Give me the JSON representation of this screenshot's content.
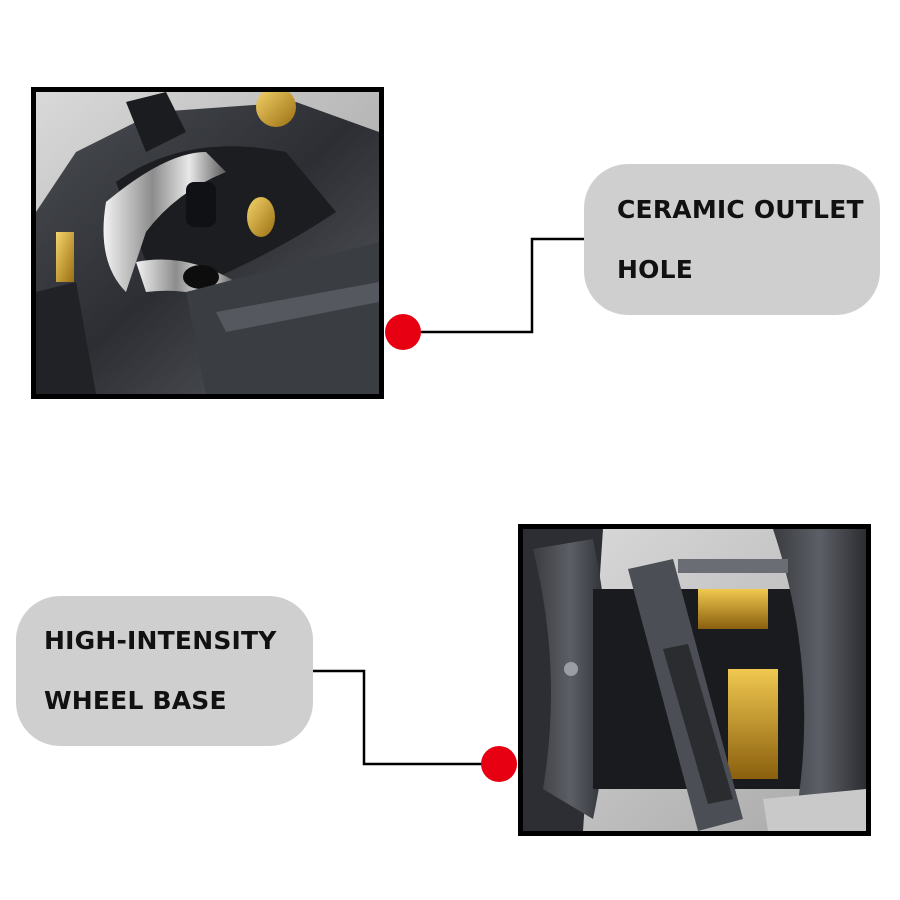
{
  "callouts": [
    {
      "line1": "CERAMIC OUTLET",
      "line2": "HOLE"
    },
    {
      "line1": "HIGH-INTENSITY",
      "line2": "WHEEL BASE"
    }
  ],
  "colors": {
    "marker": "#e60012",
    "callout_bg": "#cfcfcf",
    "frame": "#000000"
  }
}
